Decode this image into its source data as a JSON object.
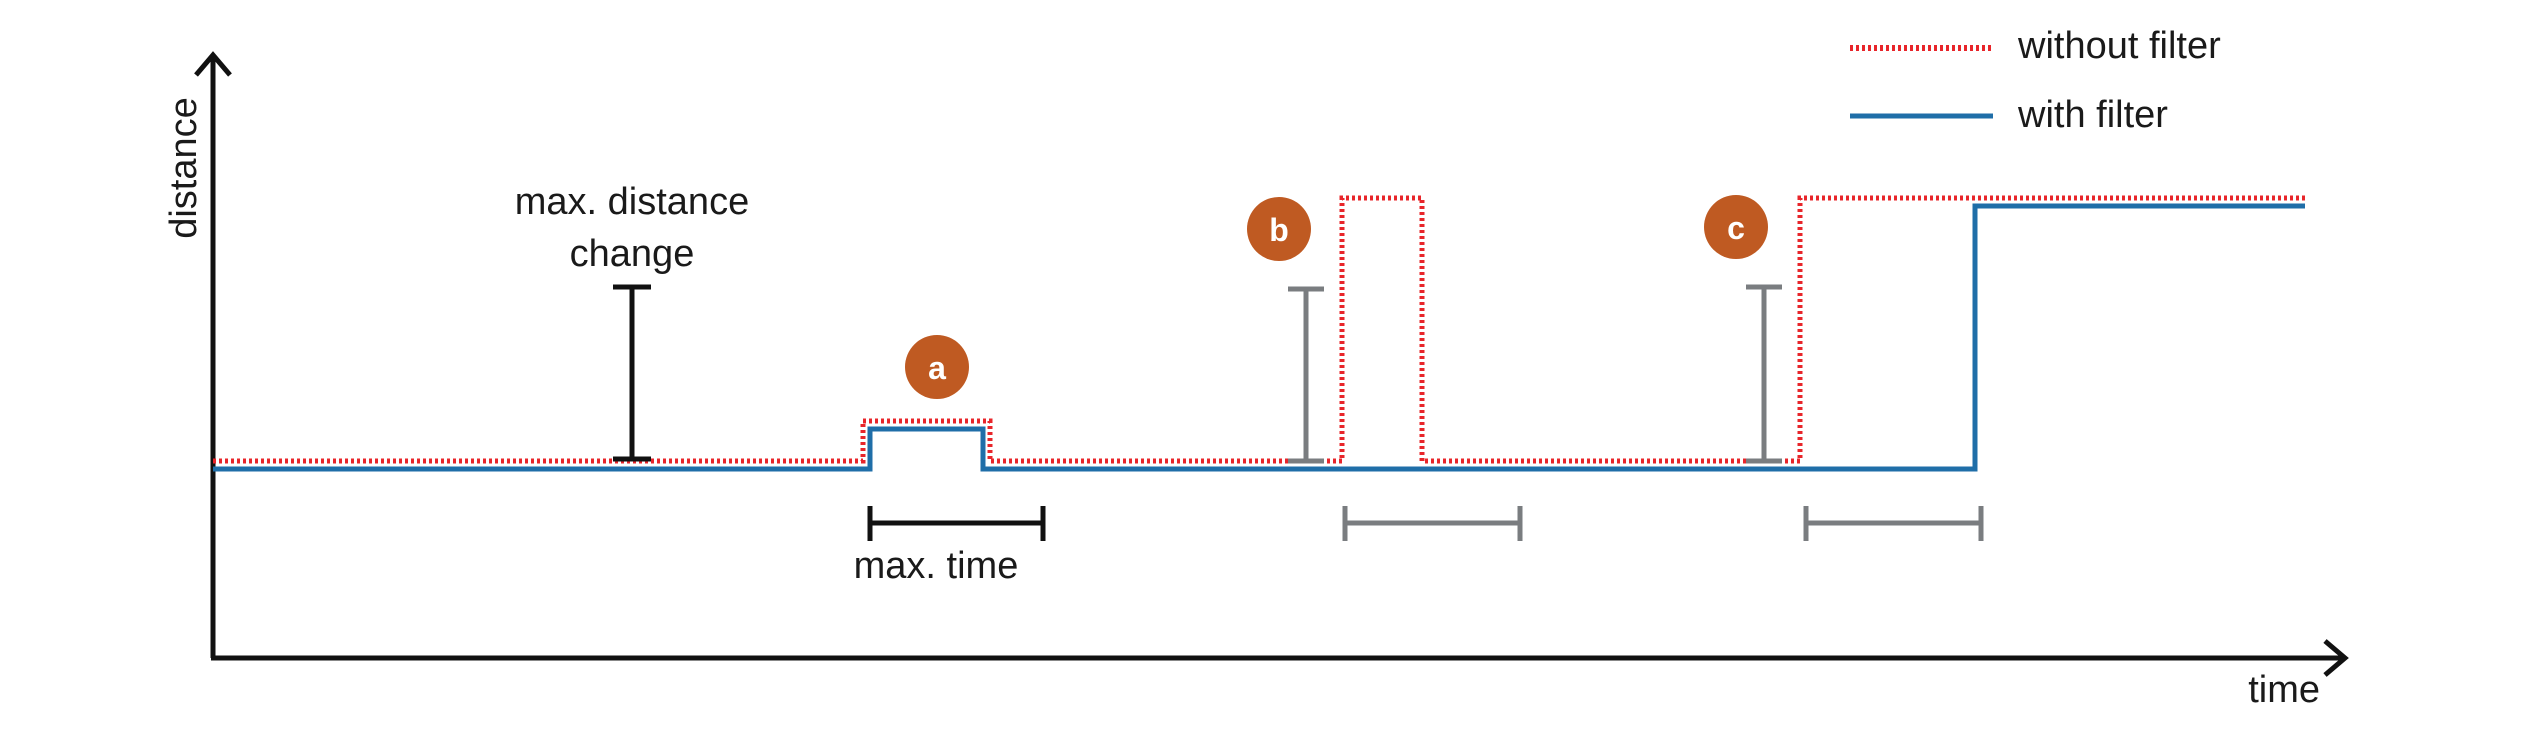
{
  "axes": {
    "y_label": "distance",
    "x_label": "time"
  },
  "legend": [
    {
      "label": "without filter",
      "color": "#e8252a",
      "style": "dotted"
    },
    {
      "label": "with filter",
      "color": "#1f6ea8",
      "style": "solid"
    }
  ],
  "annotations": {
    "max_distance_change": "max. distance",
    "max_distance_change_2": "change",
    "max_time": "max. time"
  },
  "badges": [
    {
      "letter": "a",
      "color": "#bf5a22"
    },
    {
      "letter": "b",
      "color": "#bf5a22"
    },
    {
      "letter": "c",
      "color": "#bf5a22"
    }
  ],
  "colors": {
    "without_filter": "#e8252a",
    "with_filter": "#1f6ea8",
    "marker_black": "#111111",
    "marker_gray": "#7a7d80",
    "badge": "#bf5a22"
  }
}
